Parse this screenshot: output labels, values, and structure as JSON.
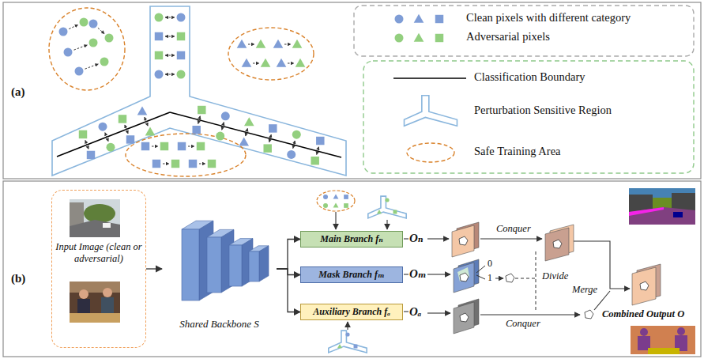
{
  "diagram": {
    "nodes": [
      {
        "text": [
          "Input Image (clean or adversarial)"
        ]
      },
      {
        "text": [
          "Shared Backbone S"
        ]
      },
      {
        "text": [
          "Main Branch fₙ"
        ]
      },
      {
        "text": [
          "Mask Branch fₘ"
        ]
      },
      {
        "text": [
          "Auxiliary Branch fₐ"
        ]
      }
    ],
    "edges": [
      {
        "from": 0,
        "to": 1,
        "arrow": "to"
      },
      {
        "from": 1,
        "to": 2,
        "arrow": "to"
      },
      {
        "from": 1,
        "to": 3,
        "arrow": "to"
      },
      {
        "from": 1,
        "to": 4,
        "arrow": "to"
      }
    ],
    "labels": [
      "(a)",
      "(b)",
      "Oₙ",
      "Oₘ",
      "Oₐ",
      "Conquer",
      "0",
      "1",
      "Divide",
      "Conquer",
      "Merge",
      "Combined Output O"
    ],
    "legend": [
      {
        "text": "Clean pixels with different category"
      },
      {
        "text": "Adversarial pixels"
      },
      {
        "text": "Classification Boundary"
      },
      {
        "text": "Perturbation Sensitive Region"
      },
      {
        "text": "Safe Training Area"
      }
    ]
  }
}
